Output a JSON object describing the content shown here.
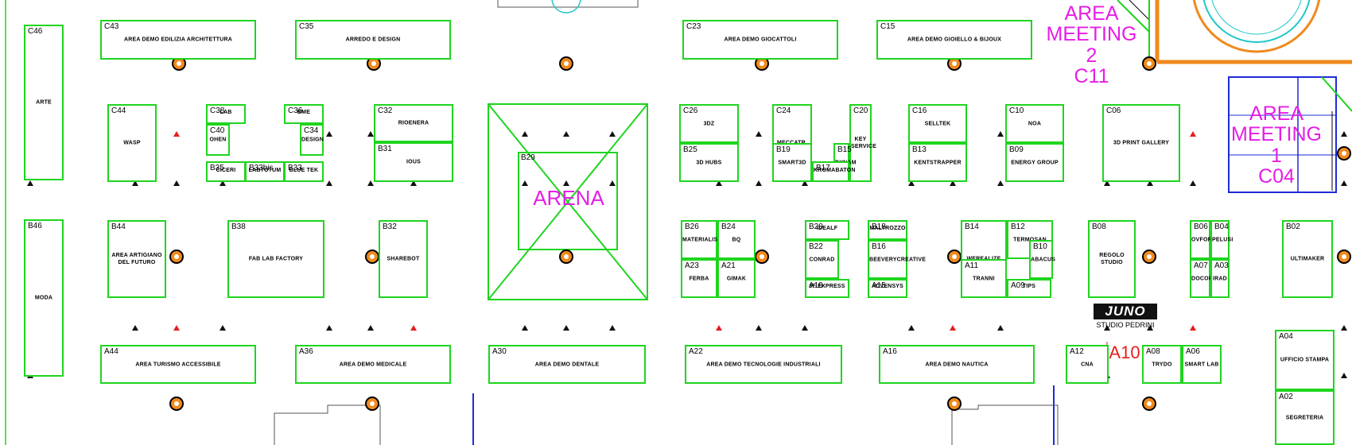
{
  "booths": [
    {
      "code": "C46",
      "name": "ARTE"
    },
    {
      "code": "B46",
      "name": "MODA"
    },
    {
      "code": "C43",
      "name": "AREA DEMO EDILIZIA ARCHITETTURA"
    },
    {
      "code": "C35",
      "name": "ARREDO E DESIGN"
    },
    {
      "code": "C23",
      "name": "AREA DEMO GIOCATTOLI"
    },
    {
      "code": "C15",
      "name": "AREA DEMO GIOIELLO & BIJOUX"
    },
    {
      "code": "C44",
      "name": "WASP"
    },
    {
      "code": "C38",
      "name": "LAB"
    },
    {
      "code": "C36",
      "name": "BME"
    },
    {
      "code": "C40",
      "name": "OHEN"
    },
    {
      "code": "C34",
      "name": "DESIGN"
    },
    {
      "code": "B35",
      "name": "CICERI"
    },
    {
      "code": "B33bis",
      "name": "LABTOTUM"
    },
    {
      "code": "B33",
      "name": "BLUE TEK"
    },
    {
      "code": "C32",
      "name": "RIOENERA"
    },
    {
      "code": "B31",
      "name": "IOUS"
    },
    {
      "code": "B29",
      "name": ""
    },
    {
      "code": "C26",
      "name": "3DZ"
    },
    {
      "code": "B25",
      "name": "3D HUBS"
    },
    {
      "code": "C24",
      "name": "MECCATR."
    },
    {
      "code": "B19",
      "name": "SMART3D"
    },
    {
      "code": "C20",
      "name": "KEY SERVICE"
    },
    {
      "code": "B15",
      "name": "DYNAM"
    },
    {
      "code": "B17",
      "name": "KROMABATON"
    },
    {
      "code": "C16",
      "name": "SELLTEK"
    },
    {
      "code": "B13",
      "name": "KENTSTRAPPER"
    },
    {
      "code": "C10",
      "name": "NOA"
    },
    {
      "code": "B09",
      "name": "ENERGY GROUP"
    },
    {
      "code": "C06",
      "name": "3D PRINT GALLERY"
    },
    {
      "code": "B44",
      "name": "AREA ARTIGIANO DEL FUTURO"
    },
    {
      "code": "B38",
      "name": "FAB LAB FACTORY"
    },
    {
      "code": "B32",
      "name": "SHAREBOT"
    },
    {
      "code": "B26",
      "name": "MATERIALISE"
    },
    {
      "code": "B24",
      "name": "BQ"
    },
    {
      "code": "A23",
      "name": "FERBA"
    },
    {
      "code": "A21",
      "name": "GIMAK"
    },
    {
      "code": "B20",
      "name": "IDEALF"
    },
    {
      "code": "B18",
      "name": "MALTROZZO"
    },
    {
      "code": "B22",
      "name": "CONRAD"
    },
    {
      "code": "B16",
      "name": "BEEVERYCREATIVE"
    },
    {
      "code": "A19",
      "name": "3F EXPRESS"
    },
    {
      "code": "A15",
      "name": "ADVENSYS"
    },
    {
      "code": "B14",
      "name": "WEREALIZE"
    },
    {
      "code": "B12",
      "name": "TERMOSAN"
    },
    {
      "code": "B10",
      "name": "ABACUS"
    },
    {
      "code": "A11",
      "name": "TRANNI"
    },
    {
      "code": "A09",
      "name": "TIPS"
    },
    {
      "code": "B08",
      "name": "REGOLO STUDIO"
    },
    {
      "code": "B06",
      "name": "OVFORMO"
    },
    {
      "code": "B04",
      "name": "PELUSI"
    },
    {
      "code": "A07",
      "name": "DOCOPY"
    },
    {
      "code": "A03",
      "name": "IRAD"
    },
    {
      "code": "B02",
      "name": "ULTIMAKER"
    },
    {
      "code": "A44",
      "name": "AREA TURISMO ACCESSIBILE"
    },
    {
      "code": "A36",
      "name": "AREA DEMO MEDICALE"
    },
    {
      "code": "A30",
      "name": "AREA DEMO DENTALE"
    },
    {
      "code": "A22",
      "name": "AREA DEMO TECNOLOGIE INDUSTRIALI"
    },
    {
      "code": "A16",
      "name": "AREA DEMO NAUTICA"
    },
    {
      "code": "A12",
      "name": "CNA"
    },
    {
      "code": "A08",
      "name": "TRYDO"
    },
    {
      "code": "A06",
      "name": "SMART LAB"
    },
    {
      "code": "A04",
      "name": "UFFICIO STAMPA"
    },
    {
      "code": "A02",
      "name": "SEGRETERIA"
    }
  ],
  "areas": {
    "arena": "ARENA",
    "a10": "A10",
    "meeting2": [
      "AREA",
      "MEETING 2",
      "C11"
    ],
    "meeting1": [
      "AREA",
      "MEETING 1",
      "C04"
    ]
  },
  "sponsor": {
    "logo": "JUNO",
    "subtitle": "STUDIO PEDRINI"
  },
  "colors": {
    "booth": "#1fd51f",
    "label": "#e51ee5",
    "meeting1": "#1e2bd9",
    "walkway": "#f08a1d",
    "red": "#e51e1e"
  }
}
